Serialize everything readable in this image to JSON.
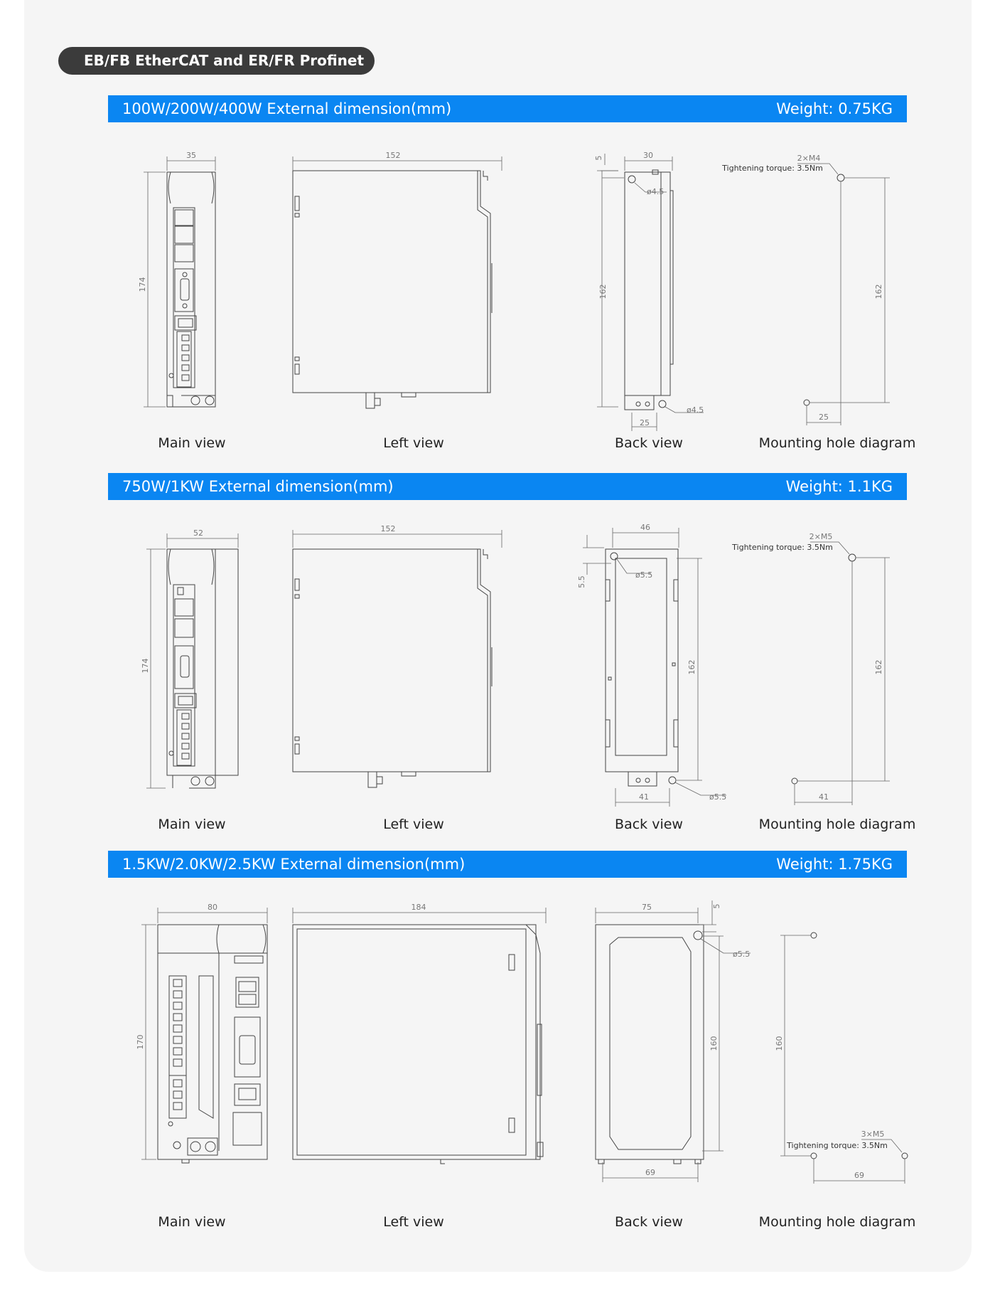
{
  "header": {
    "tag": "EB/FB EtherCAT and ER/FR Profinet"
  },
  "sections": [
    {
      "title": "100W/200W/400W External dimension(mm)",
      "weight": "Weight: 0.75KG",
      "dims": {
        "main_w": "35",
        "main_h": "174",
        "left_w": "152",
        "back_top": "5",
        "back_w": "30",
        "back_hole": "ø4.5",
        "back_h": "162",
        "back_hole2": "ø4.5",
        "back_bottom": "25",
        "mount_screw": "2×M4",
        "mount_torque": "Tightening torque: 3.5Nm",
        "mount_h": "162",
        "mount_w": "25"
      },
      "captions": [
        "Main view",
        "Left view",
        "Back view",
        "Mounting hole diagram"
      ]
    },
    {
      "title": "750W/1KW External dimension(mm)",
      "weight": "Weight: 1.1KG",
      "dims": {
        "main_w": "52",
        "main_h": "174",
        "left_w": "152",
        "back_top": "5.5",
        "back_w": "46",
        "back_hole": "ø5.5",
        "back_h": "162",
        "back_hole2": "ø5.5",
        "back_bottom": "41",
        "mount_screw": "2×M5",
        "mount_torque": "Tightening torque: 3.5Nm",
        "mount_h": "162",
        "mount_w": "41"
      },
      "captions": [
        "Main view",
        "Left view",
        "Back view",
        "Mounting hole diagram"
      ]
    },
    {
      "title": "1.5KW/2.0KW/2.5KW External dimension(mm)",
      "weight": "Weight: 1.75KG",
      "dims": {
        "main_w": "80",
        "main_h": "170",
        "left_w": "184",
        "back_top": "5",
        "back_w": "75",
        "back_hole": "ø5.5",
        "back_h": "160",
        "back_bottom": "69",
        "mount_screw": "3×M5",
        "mount_torque": "Tightening torque: 3.5Nm",
        "mount_h": "160",
        "mount_w": "69"
      },
      "captions": [
        "Main view",
        "Left view",
        "Back view",
        "Mounting hole diagram"
      ]
    }
  ]
}
